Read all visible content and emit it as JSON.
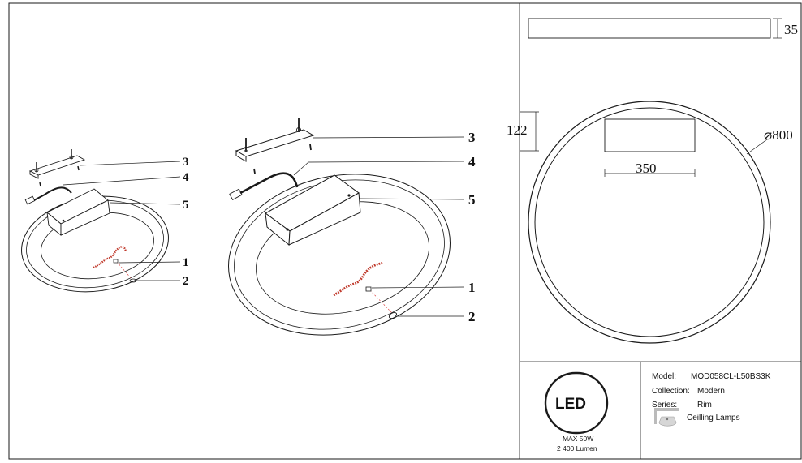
{
  "dimensions": {
    "height": "35",
    "box_height": "122",
    "diameter": "⌀800",
    "box_width": "350"
  },
  "callouts": {
    "left": [
      "3",
      "4",
      "5",
      "1",
      "2"
    ],
    "right": [
      "3",
      "4",
      "5",
      "1",
      "2"
    ]
  },
  "title_block": {
    "logo_text": "LED",
    "max_power": "MAX 50W",
    "lumen": "2 400 Lumen",
    "model_label": "Model:",
    "model_value": "MOD058CL-L50BS3K",
    "collection_label": "Collection:",
    "collection_value": "Modern",
    "series_label": "Series:",
    "series_value": "Rim",
    "category": "Ceilling Lamps"
  },
  "colors": {
    "line": "#1a1a1a",
    "wire_red": "#c0392b",
    "guide_red": "#d44"
  }
}
